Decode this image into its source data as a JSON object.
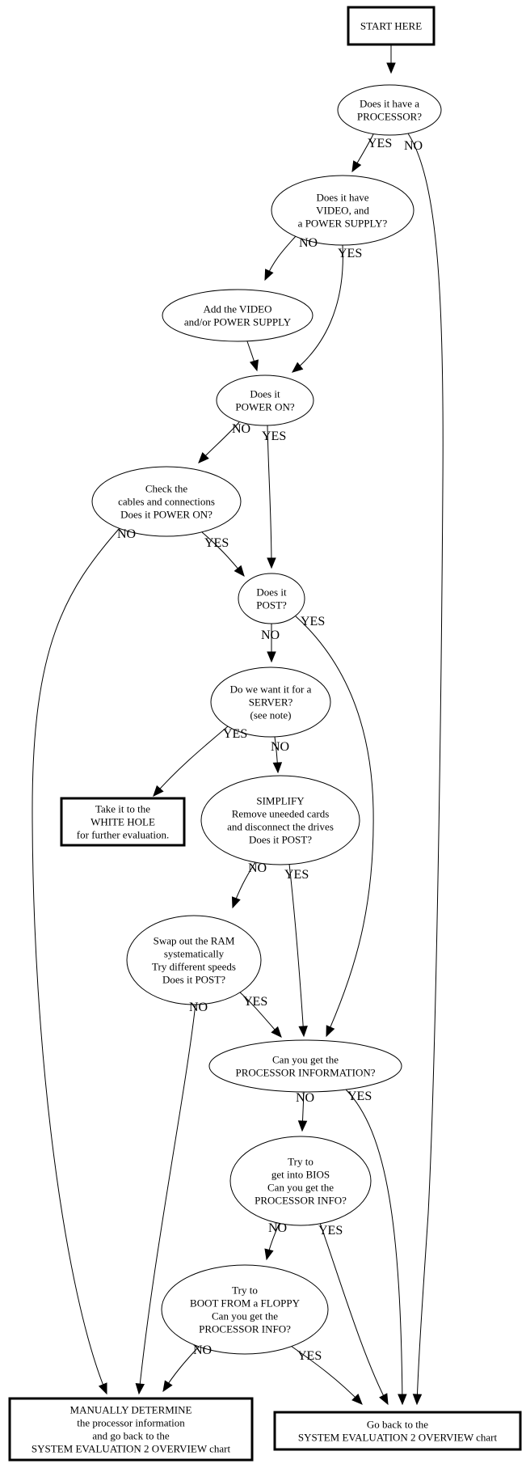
{
  "diagram": {
    "type": "flowchart",
    "nodes": [
      {
        "id": "start",
        "shape": "box",
        "lines": [
          "START HERE"
        ]
      },
      {
        "id": "processor",
        "shape": "ellipse",
        "lines": [
          "Does it have a",
          "PROCESSOR?"
        ]
      },
      {
        "id": "video_psu",
        "shape": "ellipse",
        "lines": [
          "Does it have",
          "VIDEO, and",
          "a POWER SUPPLY?"
        ]
      },
      {
        "id": "add_video",
        "shape": "ellipse",
        "lines": [
          "Add the VIDEO",
          "and/or POWER SUPPLY"
        ]
      },
      {
        "id": "power_on",
        "shape": "ellipse",
        "lines": [
          "Does it",
          "POWER ON?"
        ]
      },
      {
        "id": "check_cables",
        "shape": "ellipse",
        "lines": [
          "Check the",
          "cables and connections",
          "Does it POWER ON?"
        ]
      },
      {
        "id": "post",
        "shape": "ellipse",
        "lines": [
          "Does it",
          "POST?"
        ]
      },
      {
        "id": "server",
        "shape": "ellipse",
        "lines": [
          "Do we want it for a",
          "SERVER?",
          "(see note)"
        ]
      },
      {
        "id": "white_hole",
        "shape": "box",
        "lines": [
          "Take it to the",
          "WHITE HOLE",
          "for further evaluation."
        ]
      },
      {
        "id": "simplify",
        "shape": "ellipse",
        "lines": [
          "SIMPLIFY",
          "Remove uneeded cards",
          "and disconnect the drives",
          "Does it POST?"
        ]
      },
      {
        "id": "swap_ram",
        "shape": "ellipse",
        "lines": [
          "Swap out the RAM",
          "systematically",
          "Try different speeds",
          "Does it POST?"
        ]
      },
      {
        "id": "proc_info",
        "shape": "ellipse",
        "lines": [
          "Can you get the",
          "PROCESSOR INFORMATION?"
        ]
      },
      {
        "id": "bios",
        "shape": "ellipse",
        "lines": [
          "Try to",
          "get into BIOS",
          "Can you get the",
          "PROCESSOR INFO?"
        ]
      },
      {
        "id": "floppy",
        "shape": "ellipse",
        "lines": [
          "Try to",
          "BOOT FROM a FLOPPY",
          "Can you get the",
          "PROCESSOR INFO?"
        ]
      },
      {
        "id": "manual",
        "shape": "box",
        "lines": [
          "MANUALLY DETERMINE",
          "the processor information",
          "and go back to the",
          "SYSTEM EVALUATION 2 OVERVIEW chart"
        ]
      },
      {
        "id": "go_back",
        "shape": "box",
        "lines": [
          "Go back to the",
          "SYSTEM EVALUATION 2 OVERVIEW chart"
        ]
      }
    ],
    "edges": [
      {
        "from": "start",
        "to": "processor",
        "label": ""
      },
      {
        "from": "processor",
        "to": "video_psu",
        "label": "YES"
      },
      {
        "from": "processor",
        "to": "go_back",
        "label": "NO"
      },
      {
        "from": "video_psu",
        "to": "add_video",
        "label": "NO"
      },
      {
        "from": "video_psu",
        "to": "power_on",
        "label": "YES"
      },
      {
        "from": "add_video",
        "to": "power_on",
        "label": ""
      },
      {
        "from": "power_on",
        "to": "check_cables",
        "label": "NO"
      },
      {
        "from": "power_on",
        "to": "post",
        "label": "YES"
      },
      {
        "from": "check_cables",
        "to": "manual",
        "label": "NO"
      },
      {
        "from": "check_cables",
        "to": "post",
        "label": "YES"
      },
      {
        "from": "post",
        "to": "server",
        "label": "NO"
      },
      {
        "from": "post",
        "to": "proc_info",
        "label": "YES"
      },
      {
        "from": "server",
        "to": "white_hole",
        "label": "YES"
      },
      {
        "from": "server",
        "to": "simplify",
        "label": "NO"
      },
      {
        "from": "simplify",
        "to": "swap_ram",
        "label": "NO"
      },
      {
        "from": "simplify",
        "to": "proc_info",
        "label": "YES"
      },
      {
        "from": "swap_ram",
        "to": "manual",
        "label": "NO"
      },
      {
        "from": "swap_ram",
        "to": "proc_info",
        "label": "YES"
      },
      {
        "from": "proc_info",
        "to": "bios",
        "label": "NO"
      },
      {
        "from": "proc_info",
        "to": "go_back",
        "label": "YES"
      },
      {
        "from": "bios",
        "to": "floppy",
        "label": "NO"
      },
      {
        "from": "bios",
        "to": "go_back",
        "label": "YES"
      },
      {
        "from": "floppy",
        "to": "manual",
        "label": "NO"
      },
      {
        "from": "floppy",
        "to": "go_back",
        "label": "YES"
      }
    ]
  }
}
